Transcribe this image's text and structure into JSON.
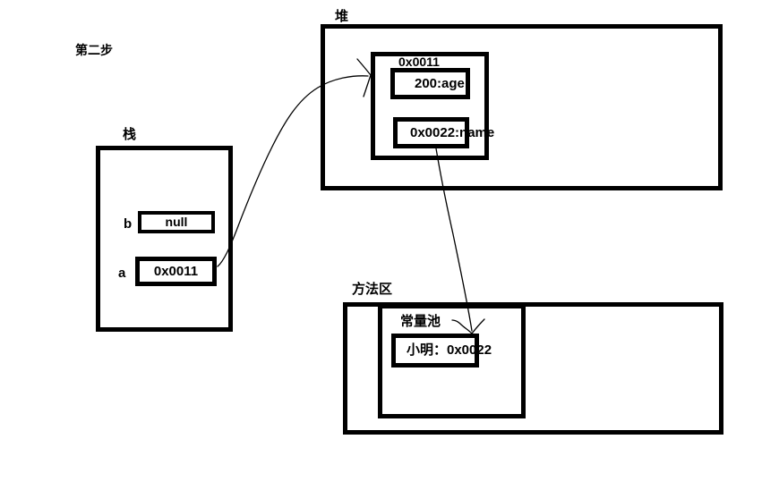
{
  "step_label": "第二步",
  "heap": {
    "label": "堆",
    "object": {
      "address": "0x0011",
      "fields": [
        {
          "value": "200:age"
        },
        {
          "value": "0x0022:name"
        }
      ]
    }
  },
  "stack": {
    "label": "栈",
    "variables": [
      {
        "name": "b",
        "value": "null"
      },
      {
        "name": "a",
        "value": "0x0011"
      }
    ]
  },
  "method_area": {
    "label": "方法区",
    "constant_pool": {
      "label": "常量池",
      "entry": "小明：0x0022"
    }
  },
  "arrows": [
    {
      "from": "stack-variable-a",
      "to": "heap-object-0x0011"
    },
    {
      "from": "heap-field-name",
      "to": "constant-pool-entry-0x0022"
    }
  ],
  "colors": {
    "background": "#ffffff",
    "line": "#000000",
    "text": "#000000"
  }
}
